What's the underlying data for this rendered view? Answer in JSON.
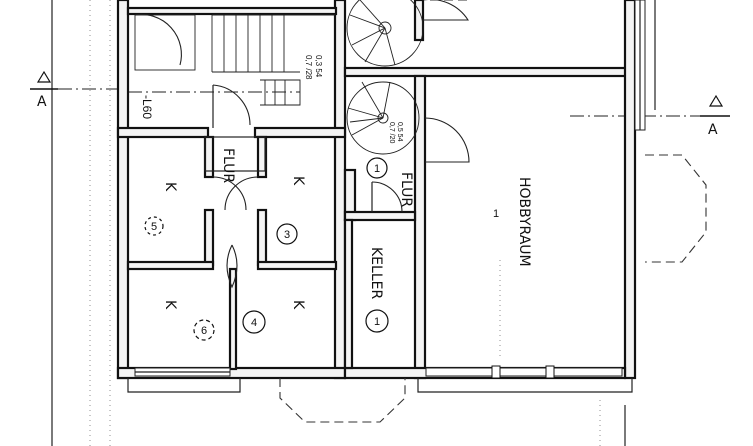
{
  "section_marks": [
    {
      "id": "left",
      "letter": "A"
    },
    {
      "id": "right",
      "letter": "A"
    }
  ],
  "rooms": {
    "flur_left": "FLUR",
    "flur_right": "FLUR",
    "keller": "KELLER",
    "hobbyraum": "HOBBYRAUM",
    "k_tl": "K",
    "k_tr": "K",
    "k_bl": "K",
    "k_br": "K",
    "hobby_num": "1"
  },
  "room_numbers": {
    "n5": "5",
    "n3": "3",
    "n6": "6",
    "n4": "4",
    "n1_keller": "1",
    "n1_flur": "1"
  },
  "annotations": {
    "stair_note_1": "0,3 54",
    "stair_note_2": "0,7 /28",
    "level": "-L60",
    "stair_right_note_1": "0,5 54",
    "stair_right_note_2": "0,7 /20"
  }
}
